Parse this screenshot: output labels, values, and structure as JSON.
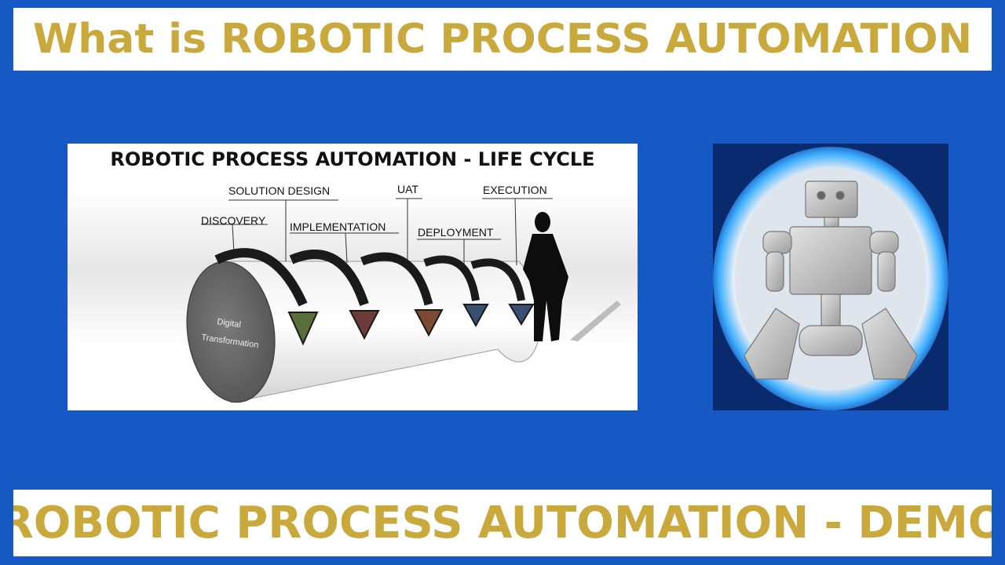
{
  "header": {
    "title": "What is ROBOTIC PROCESS AUTOMATION"
  },
  "footer": {
    "title": "ROBOTIC PROCESS AUTOMATION - DEMO"
  },
  "lifecycle": {
    "title": "ROBOTIC PROCESS AUTOMATION - LIFE CYCLE",
    "cylinder_label_line1": "Digital",
    "cylinder_label_line2": "Transformation",
    "stages": [
      {
        "label": "DISCOVERY",
        "color": "#5a6e3a"
      },
      {
        "label": "SOLUTION DESIGN",
        "color": "#6b3a3a"
      },
      {
        "label": "IMPLEMENTATION",
        "color": "#6b3a3a"
      },
      {
        "label": "UAT",
        "color": "#7a4a32"
      },
      {
        "label": "DEPLOYMENT",
        "color": "#3a5072"
      },
      {
        "label": "EXECUTION",
        "color": "#3a5072"
      }
    ]
  },
  "colors": {
    "background": "#1659c4",
    "banner_text": "#c9a83c",
    "banner_bg": "#ffffff"
  },
  "robot_image": {
    "icon": "robot-icon"
  }
}
